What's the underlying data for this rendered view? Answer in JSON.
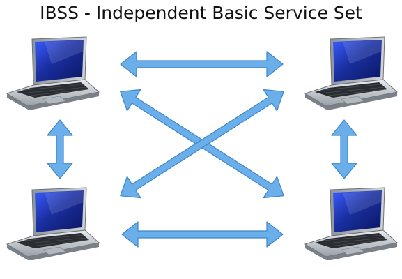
{
  "title": "IBSS - Independent Basic Service Set",
  "colors": {
    "arrow": "#6aaeea",
    "arrow_edge": "#3d86c9",
    "screen": "#1a2fa0",
    "body": "#c9cdd2"
  },
  "nodes": [
    {
      "name": "laptop-top-left",
      "icon": "laptop-icon"
    },
    {
      "name": "laptop-top-right",
      "icon": "laptop-icon"
    },
    {
      "name": "laptop-bottom-left",
      "icon": "laptop-icon"
    },
    {
      "name": "laptop-bottom-right",
      "icon": "laptop-icon"
    }
  ],
  "links": [
    {
      "from": "laptop-top-left",
      "to": "laptop-top-right",
      "direction": "bidirectional"
    },
    {
      "from": "laptop-bottom-left",
      "to": "laptop-bottom-right",
      "direction": "bidirectional"
    },
    {
      "from": "laptop-top-left",
      "to": "laptop-bottom-left",
      "direction": "bidirectional"
    },
    {
      "from": "laptop-top-right",
      "to": "laptop-bottom-right",
      "direction": "bidirectional"
    },
    {
      "from": "laptop-top-left",
      "to": "laptop-bottom-right",
      "direction": "bidirectional"
    },
    {
      "from": "laptop-top-right",
      "to": "laptop-bottom-left",
      "direction": "bidirectional"
    }
  ]
}
